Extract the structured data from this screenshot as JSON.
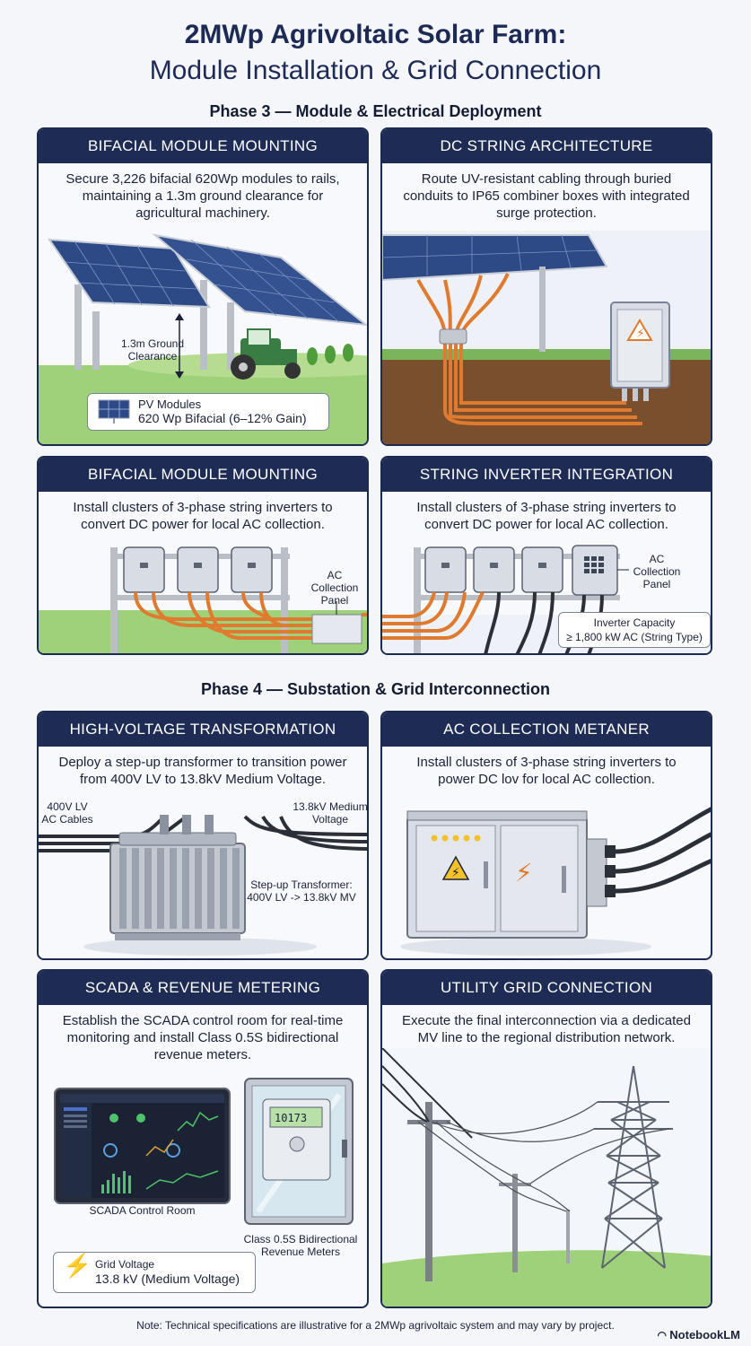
{
  "title": {
    "line1": "2MWp Agrivoltaic Solar Farm:",
    "line2": "Module Installation & Grid Connection"
  },
  "phase3": {
    "heading": "Phase 3 — Module & Electrical Deployment",
    "cards": [
      {
        "title": "BIFACIAL MODULE MOUNTING",
        "description": "Secure 3,226 bifacial 620Wp modules to rails, maintaining a 1.3m ground clearance for agricultural machinery.",
        "clearance_label": "1.3m Ground Clearance",
        "info_label": "PV Modules",
        "info_value": "620 Wp Bifacial (6–12% Gain)"
      },
      {
        "title": "DC STRING ARCHITECTURE",
        "description": "Route UV-resistant cabling through buried conduits to IP65 combiner boxes with integrated surge protection."
      },
      {
        "title": "BIFACIAL MODULE MOUNTING",
        "description": "Install clusters of 3-phase string inverters to convert DC power for local AC collection.",
        "panel_label": "AC Collection Panel"
      },
      {
        "title": "STRING INVERTER INTEGRATION",
        "description": "Install clusters of 3-phase string inverters to convert DC power for local AC collection.",
        "panel_label": "AC Collection Panel",
        "capacity_label": "Inverter Capacity",
        "capacity_value": "≥ 1,800 kW AC (String Type)"
      }
    ]
  },
  "phase4": {
    "heading": "Phase 4 — Substation & Grid Interconnection",
    "cards": [
      {
        "title": "HIGH-VOLTAGE TRANSFORMATION",
        "description": "Deploy a step-up transformer to transition power from 400V LV to 13.8kV Medium Voltage.",
        "lv_label": "400V LV AC Cables",
        "mv_label": "13.8kV Medium Voltage",
        "transformer_label": "Step-up Transformer: 400V LV -> 13.8kV MV"
      },
      {
        "title": "AC COLLECTION METANER",
        "description": "Install clusters of 3-phase string inverters to power DC lov for local AC collection."
      },
      {
        "title": "SCADA & REVENUE METERING",
        "description": "Establish the SCADA control room for real-time monitoring and install Class 0.5S bidirectional revenue meters.",
        "scada_label": "SCADA Control Room",
        "meter_label": "Class 0.5S Bidirectional Revenue Meters",
        "meter_reading": "10173",
        "info_label": "Grid Voltage",
        "info_value": "13.8 kV (Medium Voltage)"
      },
      {
        "title": "UTILITY GRID CONNECTION",
        "description": "Execute the final interconnection via a dedicated MV line to the regional distribution network."
      }
    ]
  },
  "footer": {
    "note": "Note: Technical specifications are illustrative for a 2MWp agrivoltaic system and may vary by project.",
    "brand": "NotebookLM"
  },
  "colors": {
    "header_navy": "#1e2c55",
    "panel_blue": "#2d4a86",
    "cable_orange": "#e07a2e",
    "grass_green": "#8cc86a",
    "warning_yellow": "#f3c12c"
  }
}
